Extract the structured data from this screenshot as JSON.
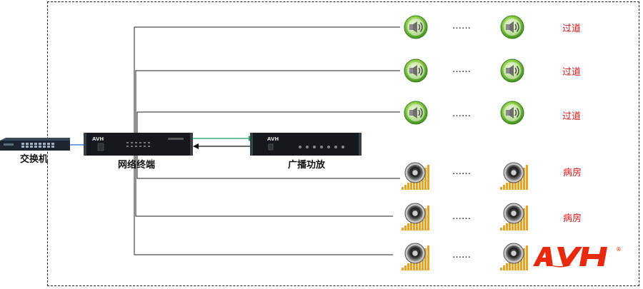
{
  "devices": {
    "switch_label": "交换机",
    "terminal_label": "网络终端",
    "amplifier_label": "广播功放"
  },
  "zones": [
    {
      "label": "过道",
      "speaker": "wall-speaker-icon"
    },
    {
      "label": "过道",
      "speaker": "wall-speaker-icon"
    },
    {
      "label": "过道",
      "speaker": "wall-speaker-icon"
    },
    {
      "label": "病房",
      "speaker": "ceiling-speaker-icon"
    },
    {
      "label": "病房",
      "speaker": "ceiling-speaker-icon"
    },
    {
      "label": "",
      "speaker": "ceiling-speaker-icon"
    }
  ],
  "ellipsis": "……",
  "brand": {
    "name": "AVH",
    "mark": "®",
    "color": "#e8290b"
  },
  "colors": {
    "signal_out": "#1aa35a",
    "network": "#1a6fd0",
    "line": "#222222",
    "zone_text": "#d01818"
  }
}
